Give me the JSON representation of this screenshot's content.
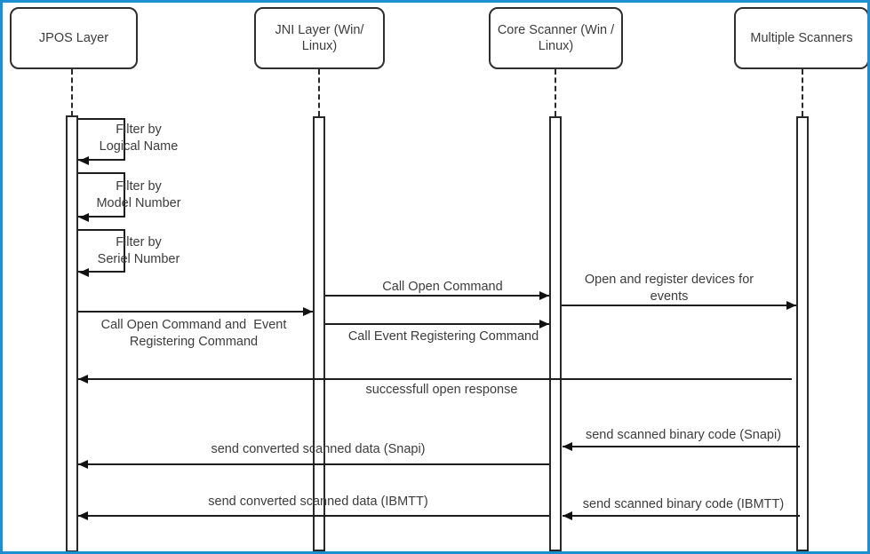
{
  "colors": {
    "canvas_border": "#1d8fd1",
    "line": "#1d1d1d",
    "text": "#3c3c3c",
    "box_fill": "#ffffff"
  },
  "diagram": {
    "type": "uml-sequence-diagram",
    "actors": [
      {
        "id": "jpos",
        "label": "JPOS Layer"
      },
      {
        "id": "jni",
        "label": "JNI Layer (Win/ Linux)"
      },
      {
        "id": "core",
        "label": "Core Scanner (Win / Linux)"
      },
      {
        "id": "scanners",
        "label": "Multiple Scanners"
      }
    ],
    "self_messages": [
      {
        "actor": "jpos",
        "label": "Filter by\nLogical Name"
      },
      {
        "actor": "jpos",
        "label": "Filter by\nModel Number"
      },
      {
        "actor": "jpos",
        "label": "Filter by\nSeriel Number"
      }
    ],
    "messages": [
      {
        "from": "jni",
        "to": "core",
        "label": "Call Open Command"
      },
      {
        "from": "core",
        "to": "scanners",
        "label": "Open and register devices for\nevents"
      },
      {
        "from": "jpos",
        "to": "jni",
        "label": "Call Open Command and  Event\nRegistering Command"
      },
      {
        "from": "jni",
        "to": "core",
        "label": "Call Event Registering Command"
      },
      {
        "from": "scanners",
        "to": "jpos",
        "label": "successfull open response"
      },
      {
        "from": "scanners",
        "to": "core",
        "label": "send scanned binary code (Snapi)"
      },
      {
        "from": "core",
        "to": "jpos",
        "label": "send converted scanned data (Snapi)"
      },
      {
        "from": "scanners",
        "to": "core",
        "label": "send scanned binary code (IBMTT)"
      },
      {
        "from": "core",
        "to": "jpos",
        "label": "send converted scanned data (IBMTT)"
      }
    ]
  }
}
